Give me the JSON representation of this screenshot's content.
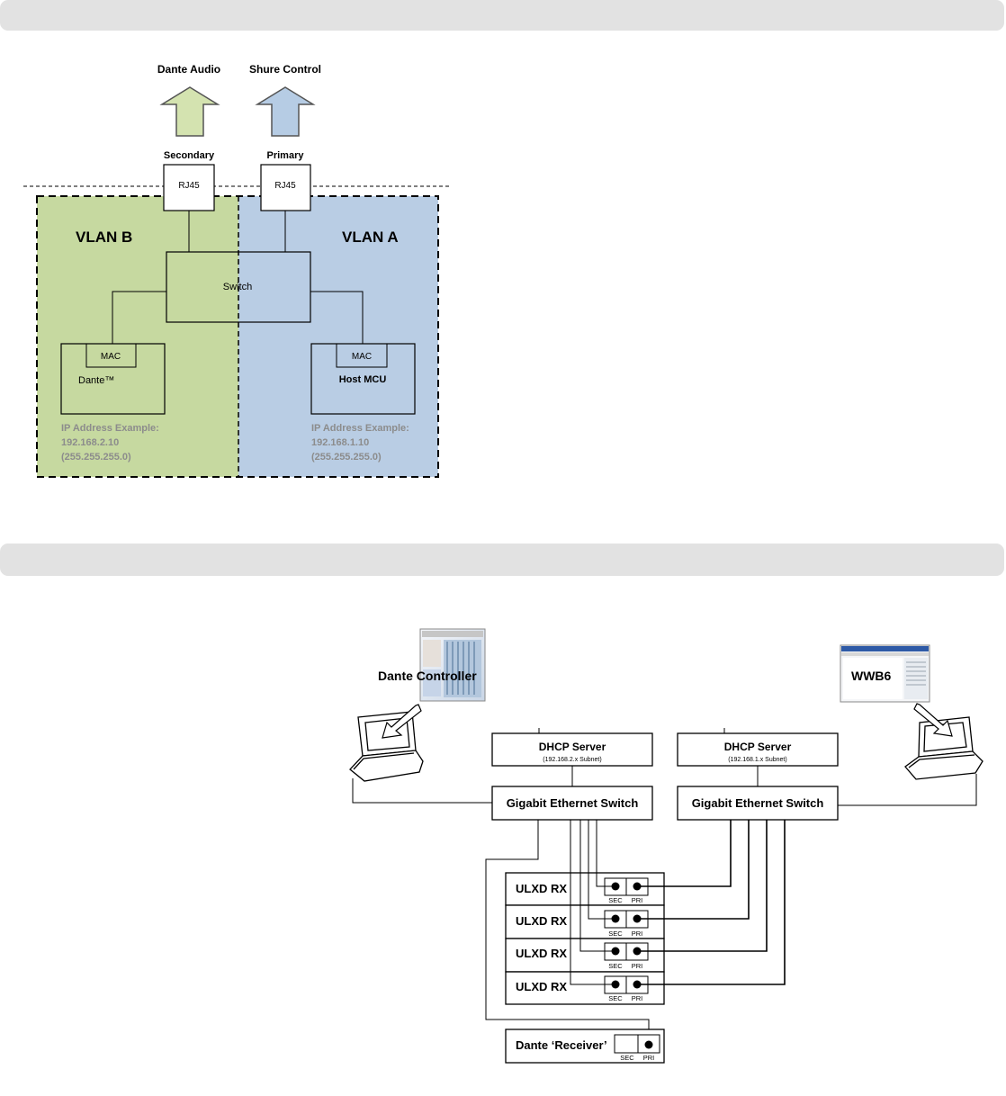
{
  "top_diagram": {
    "arrow_left_label": "Dante Audio",
    "arrow_right_label": "Shure Control",
    "port_left_label": "Secondary",
    "port_right_label": "Primary",
    "port_left_box": "RJ45",
    "port_right_box": "RJ45",
    "vlan_b": "VLAN B",
    "vlan_a": "VLAN A",
    "switch": "Switch",
    "dante_mac": "MAC",
    "dante_name": "Dante™",
    "host_mac": "MAC",
    "host_name": "Host MCU",
    "ip_left": [
      "IP Address Example:",
      "192.168.2.10",
      "(255.255.255.0)"
    ],
    "ip_right": [
      "IP Address Example:",
      "192.168.1.10",
      "(255.255.255.0)"
    ],
    "colors": {
      "vlan_b_fill": "#c6d9a0",
      "vlan_a_fill": "#b9cde4",
      "arrow_green": "#d4e3b0",
      "arrow_blue": "#b6cce4"
    }
  },
  "bottom_diagram": {
    "left_software": "Dante Controller",
    "right_software": "WWB6",
    "dhcp_left_title": "DHCP Server",
    "dhcp_left_sub": "(192.168.2.x Subnet)",
    "dhcp_right_title": "DHCP Server",
    "dhcp_right_sub": "(192.168.1.x Subnet)",
    "switch_left": "Gigabit Ethernet Switch",
    "switch_right": "Gigabit Ethernet Switch",
    "receivers": [
      "ULXD RX",
      "ULXD RX",
      "ULXD RX",
      "ULXD RX"
    ],
    "port_sec": "SEC",
    "port_pri": "PRI",
    "dante_receiver": "Dante ‘Receiver’",
    "icons": [
      "laptop-icon",
      "screenshot-thumbnail"
    ]
  }
}
